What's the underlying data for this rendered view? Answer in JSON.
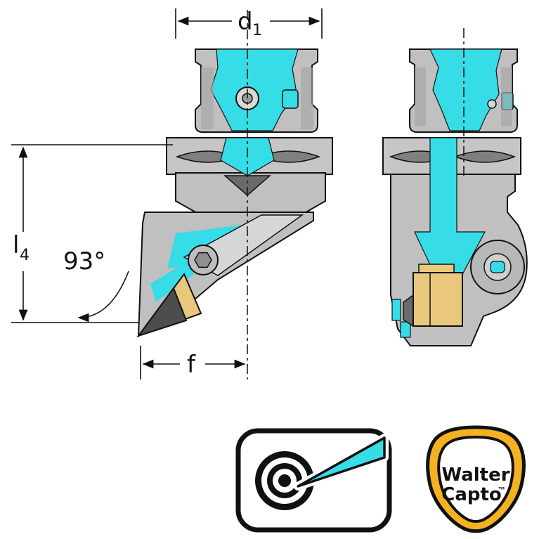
{
  "diagram": {
    "dimensions": {
      "d1": {
        "base": "d",
        "sub": "1"
      },
      "l4": {
        "base": "l",
        "sub": "4"
      },
      "angle_label": "93°",
      "f_label": "f"
    },
    "logos": {
      "walter_capto": {
        "line1": "Walter",
        "line2": "Capto",
        "trademark": "™"
      }
    },
    "colors": {
      "highlight_cyan": "#36DCE6",
      "insert_gold": "#E9C87E",
      "logo_gold": "#F4B223",
      "body_gray": "#C0C0C0",
      "shade_gray": "#A6A6A6",
      "dark_gray": "#6A6A6A",
      "outline": "#111111"
    }
  }
}
